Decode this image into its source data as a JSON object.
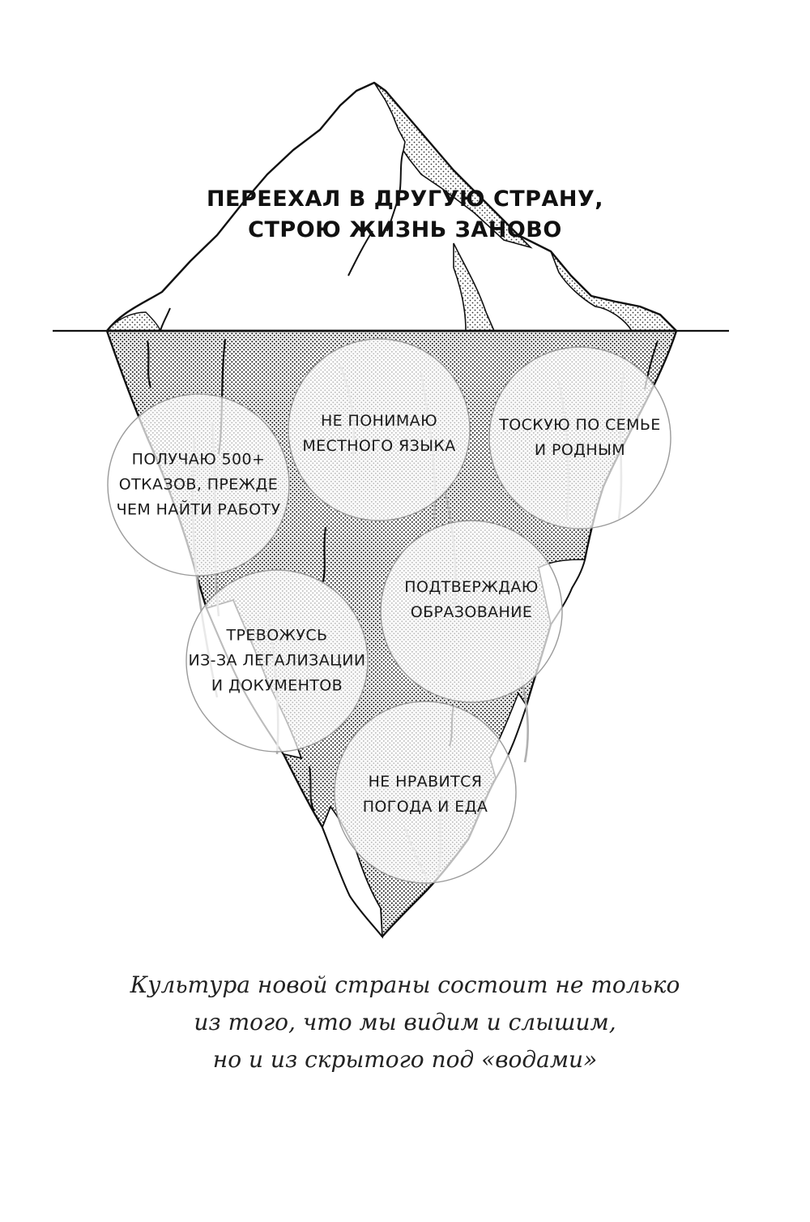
{
  "iceberg": {
    "tip_title": {
      "line1": "ПЕРЕЕХАЛ В ДРУГУЮ СТРАНУ,",
      "line2": "СТРОЮ ЖИЗНЬ ЗАНОВО"
    },
    "hidden_items": [
      {
        "id": "rejections",
        "lines": [
          "ПОЛУЧАЮ 500+",
          "ОТКАЗОВ, ПРЕЖДЕ",
          "ЧЕМ НАЙТИ РАБОТУ"
        ]
      },
      {
        "id": "language",
        "lines": [
          "НЕ ПОНИМАЮ",
          "МЕСТНОГО ЯЗЫКА"
        ]
      },
      {
        "id": "family",
        "lines": [
          "ТОСКУЮ ПО СЕМЬЕ",
          "И РОДНЫМ"
        ]
      },
      {
        "id": "education",
        "lines": [
          "ПОДТВЕРЖДАЮ",
          "ОБРАЗОВАНИЕ"
        ]
      },
      {
        "id": "legalization",
        "lines": [
          "ТРЕВОЖУСЬ",
          "ИЗ-ЗА ЛЕГАЛИЗАЦИИ",
          "И ДОКУМЕНТОВ"
        ]
      },
      {
        "id": "weather",
        "lines": [
          "НЕ НРАВИТСЯ",
          "ПОГОДА И ЕДА"
        ]
      }
    ]
  },
  "caption": {
    "line1": "Культура новой страны состоит не только",
    "line2": "из того, что мы видим и слышим,",
    "line3": "но и из скрытого под «водами»"
  },
  "colors": {
    "ink": "#111111",
    "circle_stroke": "#9a9a9a",
    "overlay_lines": "#b0b0b0",
    "dots": "#222222"
  }
}
